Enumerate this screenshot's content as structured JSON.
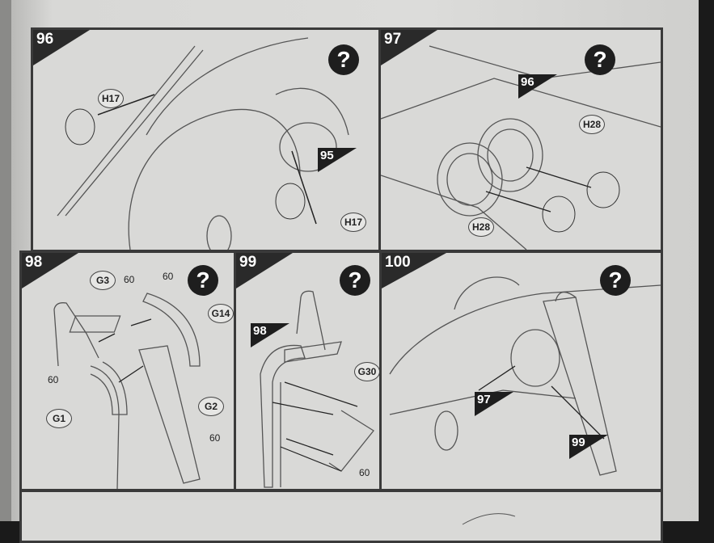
{
  "steps": [
    {
      "number": "96",
      "help_icon": "question-mark-icon",
      "parts": [
        "H17",
        "H17"
      ],
      "refs": [
        "95"
      ]
    },
    {
      "number": "97",
      "help_icon": "question-mark-icon",
      "parts": [
        "H28",
        "H28"
      ],
      "refs": [
        "96"
      ]
    },
    {
      "number": "98",
      "help_icon": "question-mark-icon",
      "parts": [
        "G3",
        "G14",
        "G1",
        "G2"
      ],
      "paint": [
        "60",
        "60",
        "60",
        "60"
      ]
    },
    {
      "number": "99",
      "help_icon": "question-mark-icon",
      "parts": [
        "G30"
      ],
      "refs": [
        "98"
      ],
      "paint": [
        "60"
      ]
    },
    {
      "number": "100",
      "help_icon": "question-mark-icon",
      "refs": [
        "97",
        "99"
      ]
    }
  ],
  "help_symbol": "?"
}
